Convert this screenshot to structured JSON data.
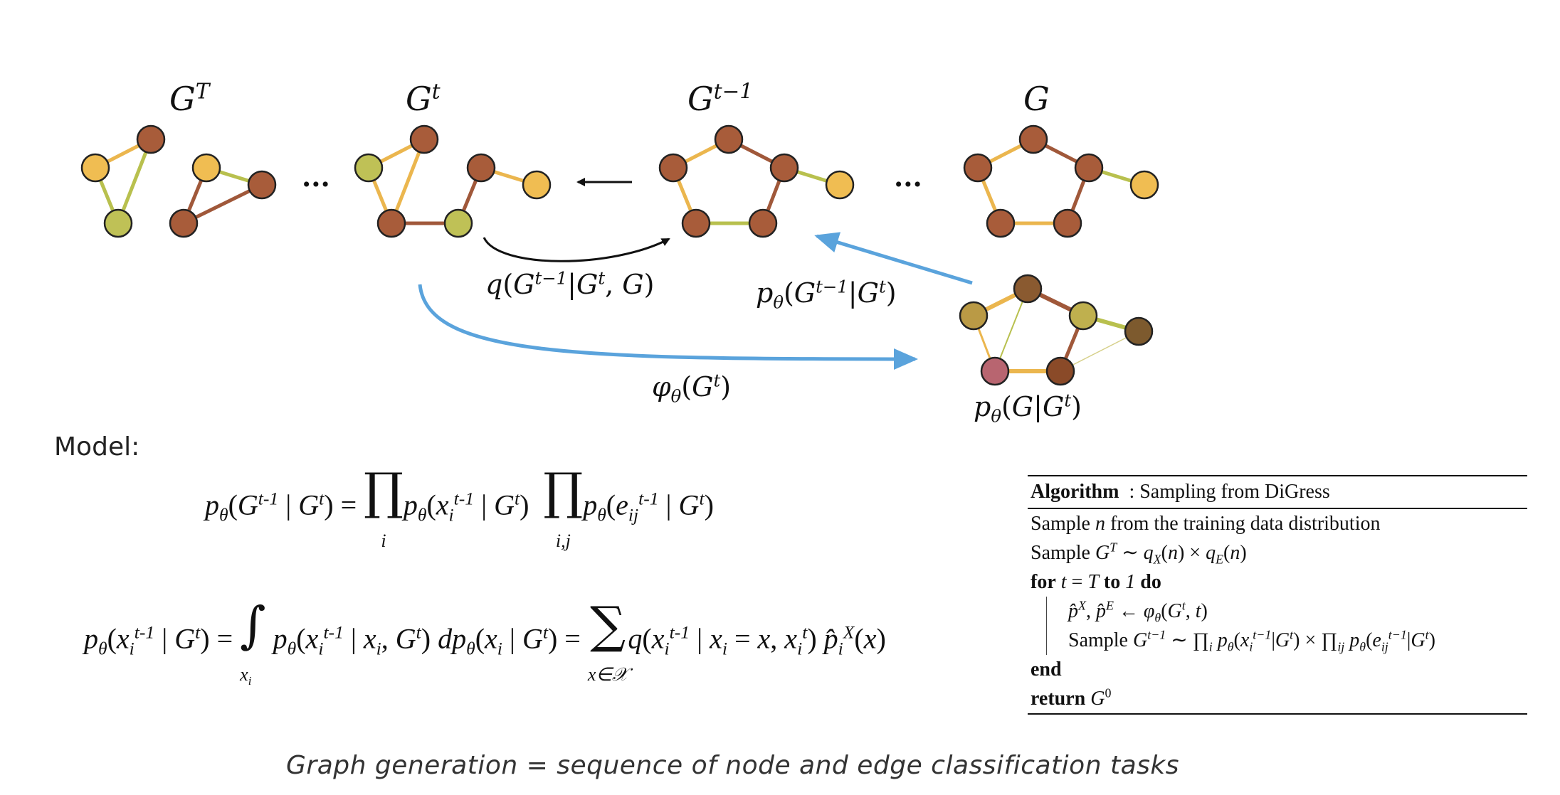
{
  "colors": {
    "node_yellow": "#F0BD52",
    "node_olive": "#BFC156",
    "node_brown": "#A85C3A",
    "node_olive_dark": "#BA9A45",
    "node_darkbrown": "#8A5A30",
    "node_pink": "#B86570",
    "edge_yellow": "#EBB64E",
    "edge_olive": "#B8C04E",
    "edge_brown": "#A0583A",
    "arrow_blue": "#5AA3DC",
    "arrow_black": "#111111"
  },
  "graph_labels": {
    "g_T": "G^T",
    "g_t": "G^t",
    "g_tm1": "G^{t-1}",
    "g": "G",
    "ellipsis_left": "...",
    "ellipsis_right": "..."
  },
  "arrow_labels": {
    "q_posterior": "q(G^{t−1}|G^t, G)",
    "p_reverse": "p_θ(G^{t−1}|G^t)",
    "phi": "φ_θ(G^t)",
    "p_clean": "p_θ(G|G^t)"
  },
  "model": {
    "title": "Model:",
    "eq1": "p_θ(G^{t-1} | G^t) = ∏_i p_θ(x_i^{t-1} | G^t) ∏_{i,j} p_θ(e_{ij}^{t-1} | G^t)",
    "eq2": "p_θ(x_i^{t-1} | G^t) = ∫_{x_i} p_θ(x_i^{t-1} | x_i, G^t) dp_θ(x_i | G^t) = Σ_{x∈𝒳} q(x_i^{t-1} | x_i = x, x_i^t) p̂_i^X(x)"
  },
  "algorithm": {
    "title_keyword": "Algorithm",
    "title_text": ": Sampling from DiGress",
    "lines": [
      "Sample n from the training data distribution",
      "Sample G^T ~ q_X(n) × q_E(n)",
      "for t = T to 1 do",
      "p̂^X, p̂^E ← φ_θ(G^t, t)",
      "Sample G^{t-1} ~ ∏_i p_θ(x_i^{t-1}|G^t) × ∏_ij p_θ(e_ij^{t-1}|G^t)",
      "end",
      "return G^0"
    ]
  },
  "caption": "Graph generation = sequence of node and edge classification tasks"
}
